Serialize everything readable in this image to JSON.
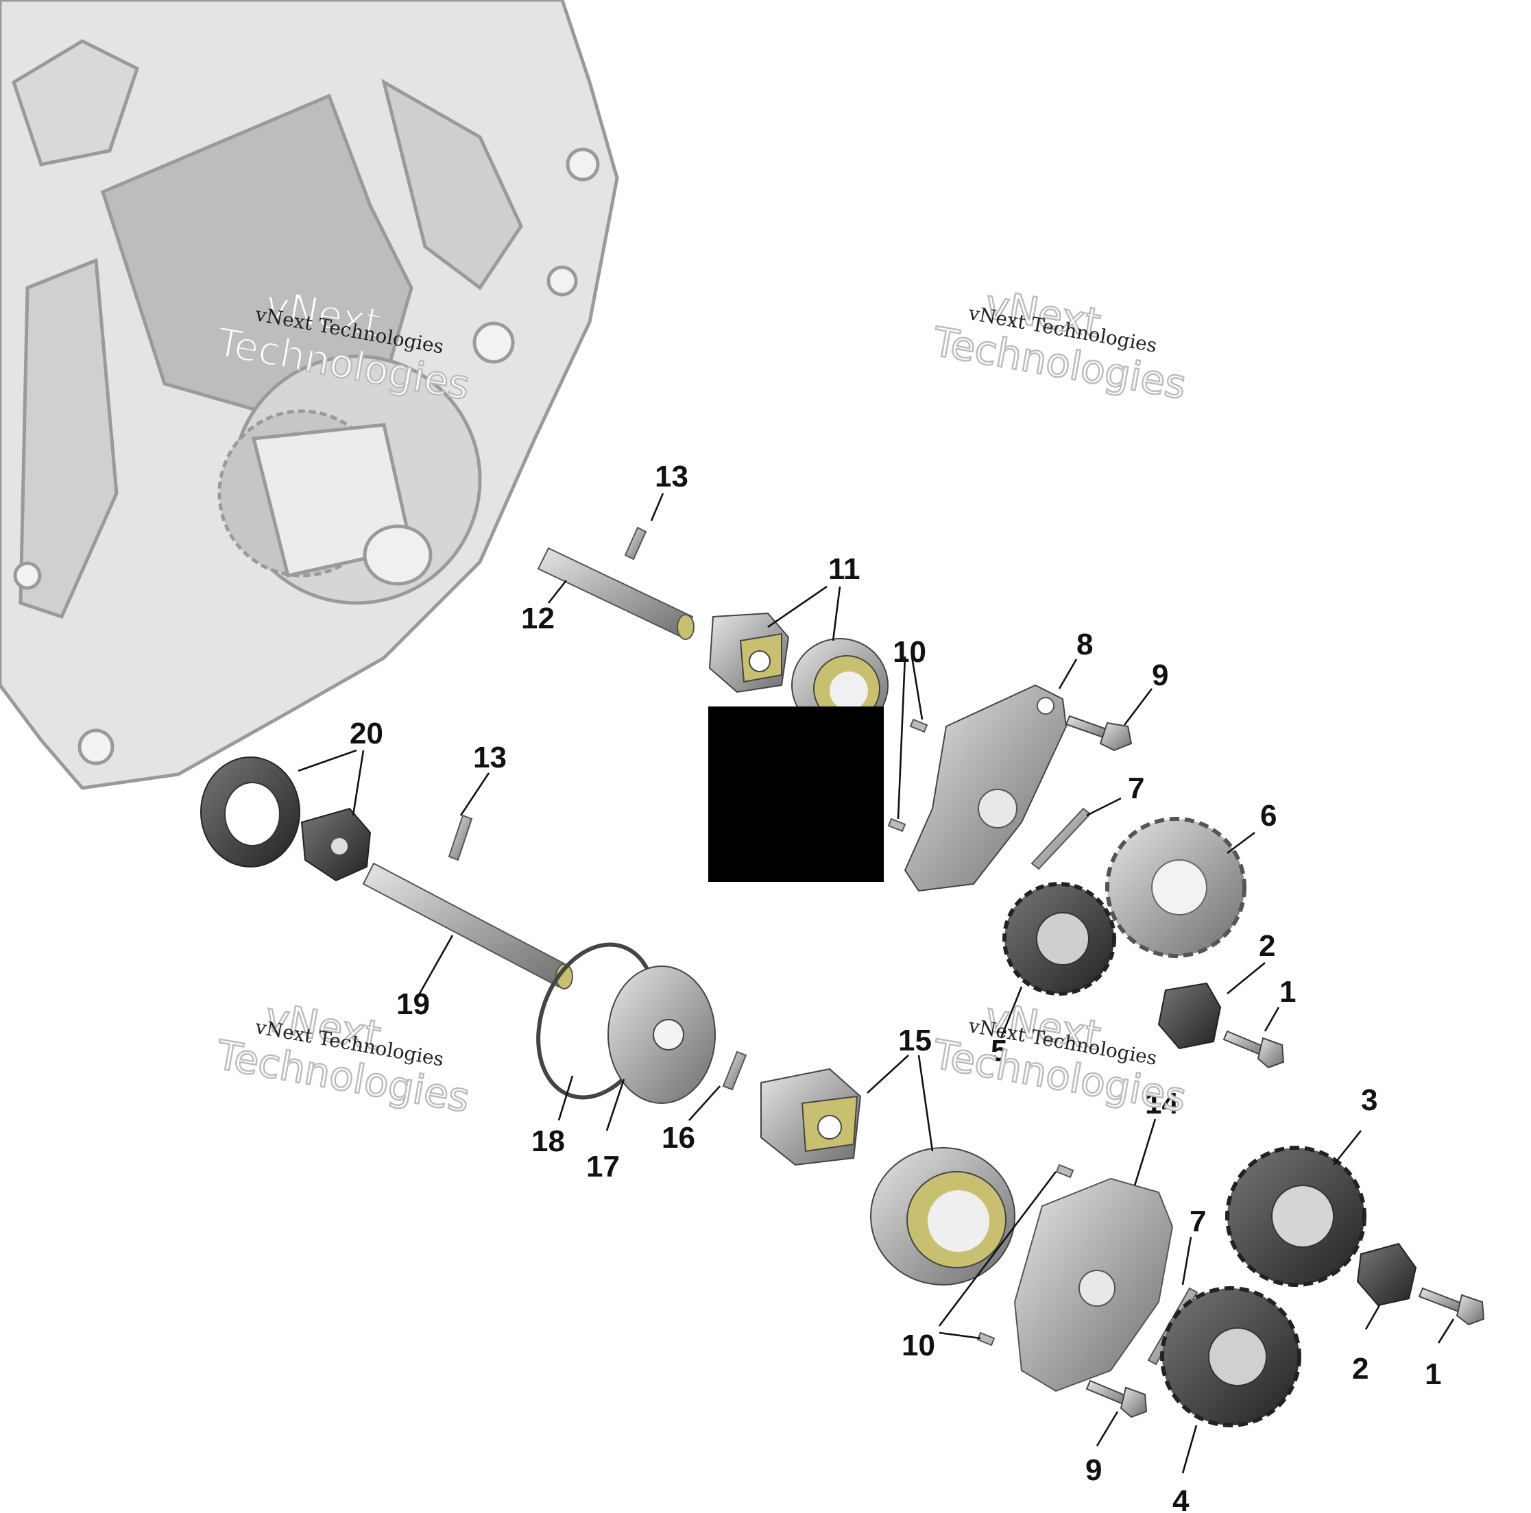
{
  "watermark": {
    "line1": "vNext Technologies",
    "line2a": "vNext",
    "line2b": "Technologies"
  },
  "callouts": {
    "c1a": "1",
    "c1b": "1",
    "c2a": "2",
    "c2b": "2",
    "c3": "3",
    "c4": "4",
    "c5": "5",
    "c6": "6",
    "c7a": "7",
    "c7b": "7",
    "c8": "8",
    "c9a": "9",
    "c9b": "9",
    "c10a": "10",
    "c10b": "10",
    "c11": "11",
    "c12": "12",
    "c13a": "13",
    "c13b": "13",
    "c14": "14",
    "c15": "15",
    "c16": "16",
    "c17": "17",
    "c18": "18",
    "c19": "19",
    "c20": "20"
  },
  "colors": {
    "part_metal": "#9a9a9a",
    "part_dark": "#3a3a3a",
    "seal_yellow": "#c8c070",
    "engine_ghost": "#d8d8d8",
    "redaction": "#000000"
  }
}
